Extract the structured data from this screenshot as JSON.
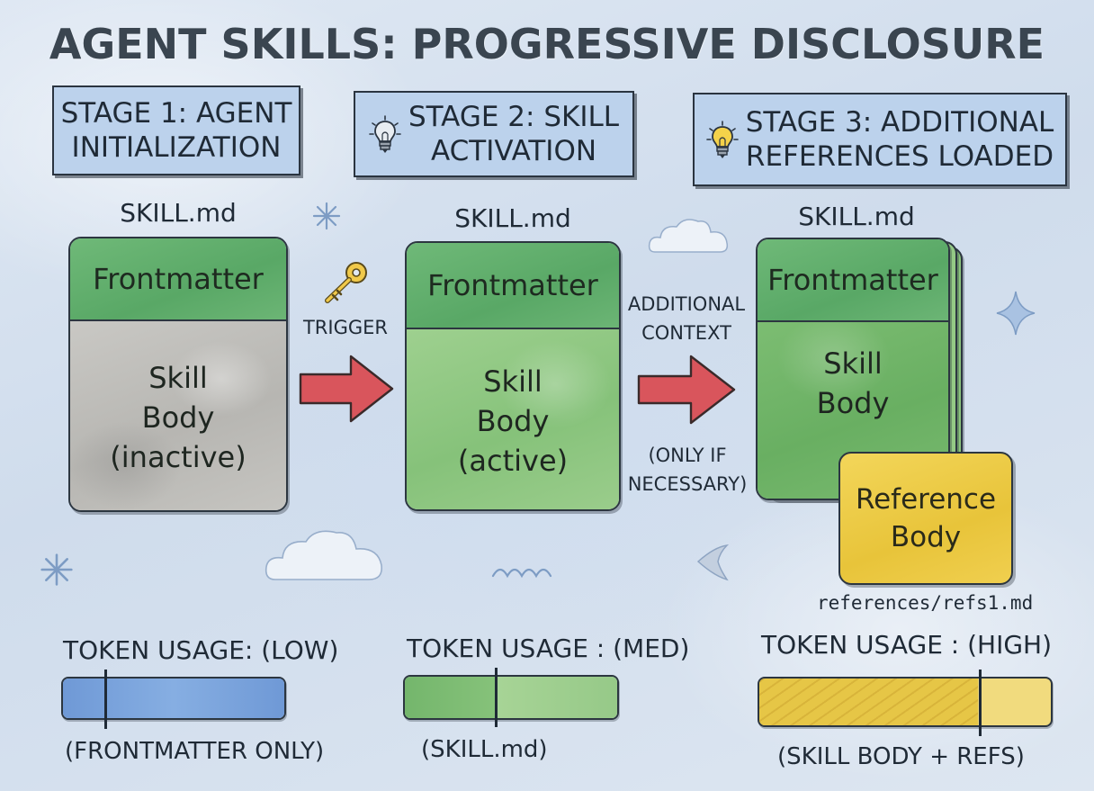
{
  "title": "AGENT SKILLS: PROGRESSIVE DISCLOSURE",
  "stages": [
    {
      "label": "STAGE 1: AGENT\nINITIALIZATION",
      "icon": "none"
    },
    {
      "label": "STAGE 2: SKILL\nACTIVATION",
      "icon": "lightbulb-off-icon"
    },
    {
      "label": "STAGE 3: ADDITIONAL\nREFERENCES LOADED",
      "icon": "lightbulb-on-icon"
    }
  ],
  "cards": [
    {
      "file_label": "SKILL.md",
      "head": "Frontmatter",
      "body": "Skill\nBody\n(inactive)"
    },
    {
      "file_label": "SKILL.md",
      "head": "Frontmatter",
      "body": "Skill\nBody\n(active)"
    },
    {
      "file_label": "SKILL.md",
      "head": "Frontmatter",
      "body": "Skill\nBody"
    }
  ],
  "reference": {
    "body": "Reference\nBody",
    "path": "references/refs1.md"
  },
  "transitions": {
    "trigger_label": "TRIGGER",
    "context_label": "ADDITIONAL\nCONTEXT",
    "condition_label": "(ONLY IF\nNECESSARY)"
  },
  "token_usage": [
    {
      "label": "TOKEN USAGE: (LOW)",
      "caption": "(FRONTMATTER ONLY)",
      "level": 0.2,
      "color": "#6f99d6"
    },
    {
      "label": "TOKEN USAGE : (MED)",
      "caption": "(SKILL.md)",
      "level": 0.43,
      "color": "#86c27a"
    },
    {
      "label": "TOKEN USAGE : (HIGH)",
      "caption": "(SKILL BODY + REFS)",
      "level": 0.75,
      "color": "#e6c646"
    }
  ],
  "colors": {
    "stage_box": "#bcd2ec",
    "frontmatter": "#5ca969",
    "body_inactive": "#bdbcb8",
    "body_active": "#8fc682",
    "reference": "#ecc948",
    "arrow": "#d9555c"
  }
}
